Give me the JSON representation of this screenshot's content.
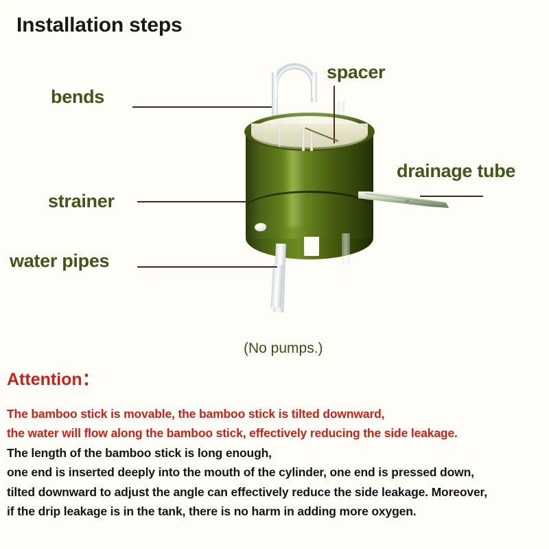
{
  "page": {
    "background_color": "#fefdf7",
    "title": "Installation steps"
  },
  "colors": {
    "title": "#191919",
    "label_green": "#42551a",
    "attention_red": "#cc2118",
    "body_red": "#cf2018",
    "body_black": "#141414",
    "leader_line": "#4a2418",
    "cylinder_green": "#5d7a1c",
    "cylinder_dark": "#2c3a0e",
    "tube_clear": "#eef3f3"
  },
  "diagram": {
    "labels": [
      {
        "id": "bends",
        "text": "bends",
        "note": "clear U-shaped inlet tube at top of cylinder"
      },
      {
        "id": "spacer",
        "text": "spacer",
        "note": "thin vertical slats inside the cylinder mouth"
      },
      {
        "id": "drainage_tube",
        "text": "drainage tube",
        "note": "pointed bamboo stick angled downward from cylinder side"
      },
      {
        "id": "strainer",
        "text": "strainer",
        "note": "band around the middle of the green cylinder"
      },
      {
        "id": "water_pipes",
        "text": "water pipes",
        "note": "clear vertical pipe below the cylinder"
      }
    ],
    "caption": "(No pumps.)"
  },
  "attention": {
    "heading": "Attention：",
    "lines": [
      {
        "text": "The bamboo stick is movable, the bamboo stick is tilted downward,",
        "color": "red"
      },
      {
        "text": "the water will flow along the bamboo stick, effectively reducing the side leakage.",
        "color": "red"
      },
      {
        "text": "The length of the bamboo stick is long enough,",
        "color": "black"
      },
      {
        "text": "one end is inserted deeply into the mouth of the cylinder, one end is pressed down,",
        "color": "black"
      },
      {
        "text": "tilted downward to adjust the angle can effectively reduce the side leakage. Moreover,",
        "color": "black"
      },
      {
        "text": "if the drip leakage is in the tank, there is no harm in adding more oxygen.",
        "color": "black"
      }
    ]
  }
}
